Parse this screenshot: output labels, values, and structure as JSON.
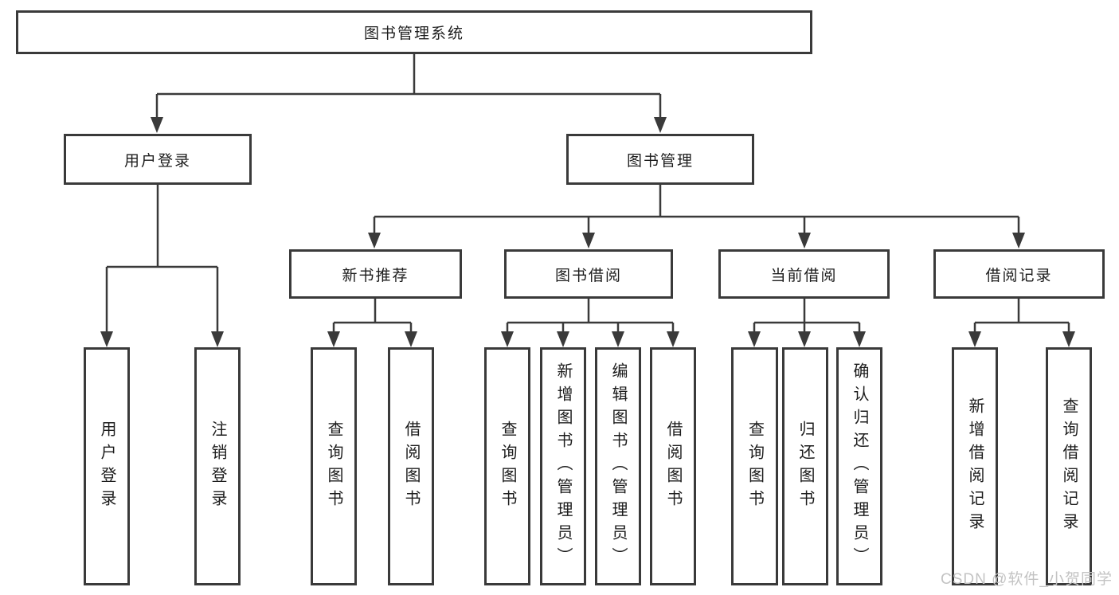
{
  "colors": {
    "background": "#ffffff",
    "line": "#3a3a3a",
    "box_border": "#3a3a3a",
    "text": "#1c1c1c",
    "watermark": "#c3c3c3"
  },
  "tree": {
    "label": "图书管理系统",
    "children": [
      {
        "label": "用户登录",
        "children": [
          {
            "label": "用户登录"
          },
          {
            "label": "注销登录"
          }
        ]
      },
      {
        "label": "图书管理",
        "children": [
          {
            "label": "新书推荐",
            "children": [
              {
                "label": "查询图书"
              },
              {
                "label": "借阅图书"
              }
            ]
          },
          {
            "label": "图书借阅",
            "children": [
              {
                "label": "查询图书"
              },
              {
                "label": "新增图书（管理员）"
              },
              {
                "label": "编辑图书（管理员）"
              },
              {
                "label": "借阅图书"
              }
            ]
          },
          {
            "label": "当前借阅",
            "children": [
              {
                "label": "查询图书"
              },
              {
                "label": "归还图书"
              },
              {
                "label": "确认归还（管理员）"
              }
            ]
          },
          {
            "label": "借阅记录",
            "children": [
              {
                "label": "新增借阅记录"
              },
              {
                "label": "查询借阅记录"
              }
            ]
          }
        ]
      }
    ]
  },
  "watermark": {
    "text": "CSDN @软件_小贺同学"
  }
}
